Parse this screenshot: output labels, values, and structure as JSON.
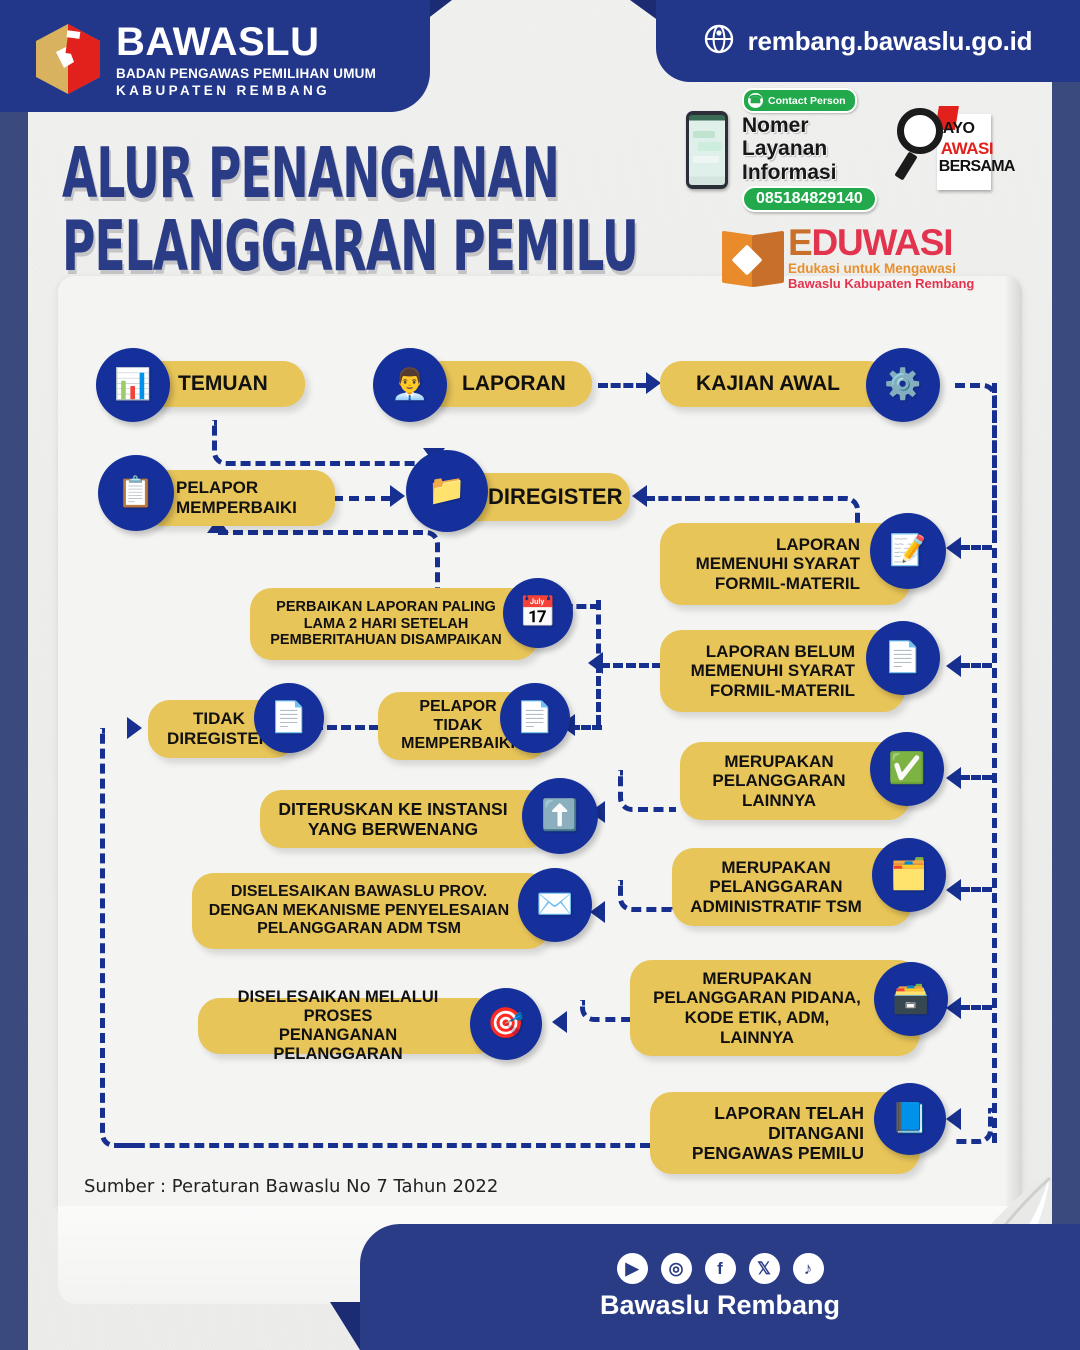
{
  "brand": {
    "name": "BAWASLU",
    "sub1": "BADAN PENGAWAS PEMILIHAN UMUM",
    "sub2": "KABUPATEN REMBANG",
    "website": "rembang.bawaslu.go.id"
  },
  "title": {
    "line1": "ALUR PENANGANAN",
    "line2": "PELANGGARAN PEMILU"
  },
  "contact": {
    "pill": "Contact Person",
    "line1": "Nomer",
    "line2": "Layanan",
    "line3": "Informasi",
    "phone": "085184829140"
  },
  "ayo": {
    "t1": "AYO",
    "t2": "AWASI",
    "t3": "BERSAMA"
  },
  "eduwasi": {
    "e": "E",
    "main": "DUWASI",
    "sub1": "Edukasi untuk Mengawasi",
    "sub2": "Bawaslu Kabupaten Rembang"
  },
  "flow": {
    "nodes": [
      {
        "id": "temuan",
        "label": "TEMUAN",
        "icon": "report-clipboard-icon",
        "glyph": "📊"
      },
      {
        "id": "laporan",
        "label": "LAPORAN",
        "icon": "person-document-icon",
        "glyph": "👔"
      },
      {
        "id": "kajian-awal",
        "label": "KAJIAN AWAL",
        "icon": "gears-icon",
        "glyph": "⚙️"
      },
      {
        "id": "pelapor-memperbaiki",
        "label": "PELAPOR\nMEMPERBAIKI",
        "icon": "compliance-check-icon",
        "glyph": "📋"
      },
      {
        "id": "diregister",
        "label": "DIREGISTER",
        "icon": "folder-upload-icon",
        "glyph": "📁"
      },
      {
        "id": "memenuhi-syarat",
        "label": "LAPORAN\nMEMENUHI SYARAT\nFORMIL-MATERIL",
        "icon": "compliance-badge-icon",
        "glyph": "📝"
      },
      {
        "id": "belum-memenuhi",
        "label": "LAPORAN BELUM\nMEMENUHI SYARAT\nFORMIL-MATERIL",
        "icon": "rejected-document-icon",
        "glyph": "📄"
      },
      {
        "id": "perbaikan-laporan",
        "label": "PERBAIKAN LAPORAN PALING\nLAMA 2 HARI SETELAH\nPEMBERITAHUAN DISAMPAIKAN",
        "icon": "calendar-clock-icon",
        "glyph": "📅"
      },
      {
        "id": "pelapor-tidak-memperbaiki",
        "label": "PELAPOR\nTIDAK\nMEMPERBAIKI",
        "icon": "rejected-document-icon",
        "glyph": "📄"
      },
      {
        "id": "tidak-diregister",
        "label": "TIDAK\nDIREGISTER",
        "icon": "rejected-document-icon",
        "glyph": "📄"
      },
      {
        "id": "pelanggaran-lainnya",
        "label": "MERUPAKAN\nPELANGGARAN\nLAINNYA",
        "icon": "checklist-icon",
        "glyph": "✅"
      },
      {
        "id": "diteruskan-instansi",
        "label": "DITERUSKAN KE INSTANSI\nYANG BERWENANG",
        "icon": "gear-arrow-up-icon",
        "glyph": "⬆️"
      },
      {
        "id": "administratif-tsm",
        "label": "MERUPAKAN\nPELANGGARAN\nADMINISTRATIF TSM",
        "icon": "admin-files-icon",
        "glyph": "🗂️"
      },
      {
        "id": "diselesaikan-bawaslu-prov",
        "label": "DISELESAIKAN BAWASLU PROV.\nDENGAN MEKANISME PENYELESAIAN\nPELANGGARAN ADM TSM",
        "icon": "mail-notification-icon",
        "glyph": "✉️"
      },
      {
        "id": "pidana-kode-etik",
        "label": "MERUPAKAN\nPELANGGARAN PIDANA,\nKODE ETIK, ADM,\nLAINNYA",
        "icon": "folder-stack-icon",
        "glyph": "🗃️"
      },
      {
        "id": "diselesaikan-proses",
        "label": "DISELESAIKAN MELALUI PROSES\nPENANGANAN PELANGGARAN",
        "icon": "target-checklist-icon",
        "glyph": "🎯"
      },
      {
        "id": "laporan-telah-ditangani",
        "label": "LAPORAN TELAH\nDITANGANI\nPENGAWAS PEMILU",
        "icon": "action-plan-book-icon",
        "glyph": "📘"
      }
    ]
  },
  "source": "Sumber : Peraturan Bawaslu No 7 Tahun 2022",
  "footer": {
    "name": "Bawaslu Rembang",
    "socials": [
      {
        "name": "youtube-icon",
        "glyph": "▶"
      },
      {
        "name": "instagram-icon",
        "glyph": "◎"
      },
      {
        "name": "facebook-icon",
        "glyph": "f"
      },
      {
        "name": "x-twitter-icon",
        "glyph": "𝕏"
      },
      {
        "name": "tiktok-icon",
        "glyph": "♪"
      }
    ]
  },
  "colors": {
    "navy": "#22368A",
    "border_blue": "#3A4A7E",
    "yellow": "#E8C559",
    "accent_blue": "#15309B",
    "line_blue": "#17308F",
    "red": "#E2211C"
  }
}
